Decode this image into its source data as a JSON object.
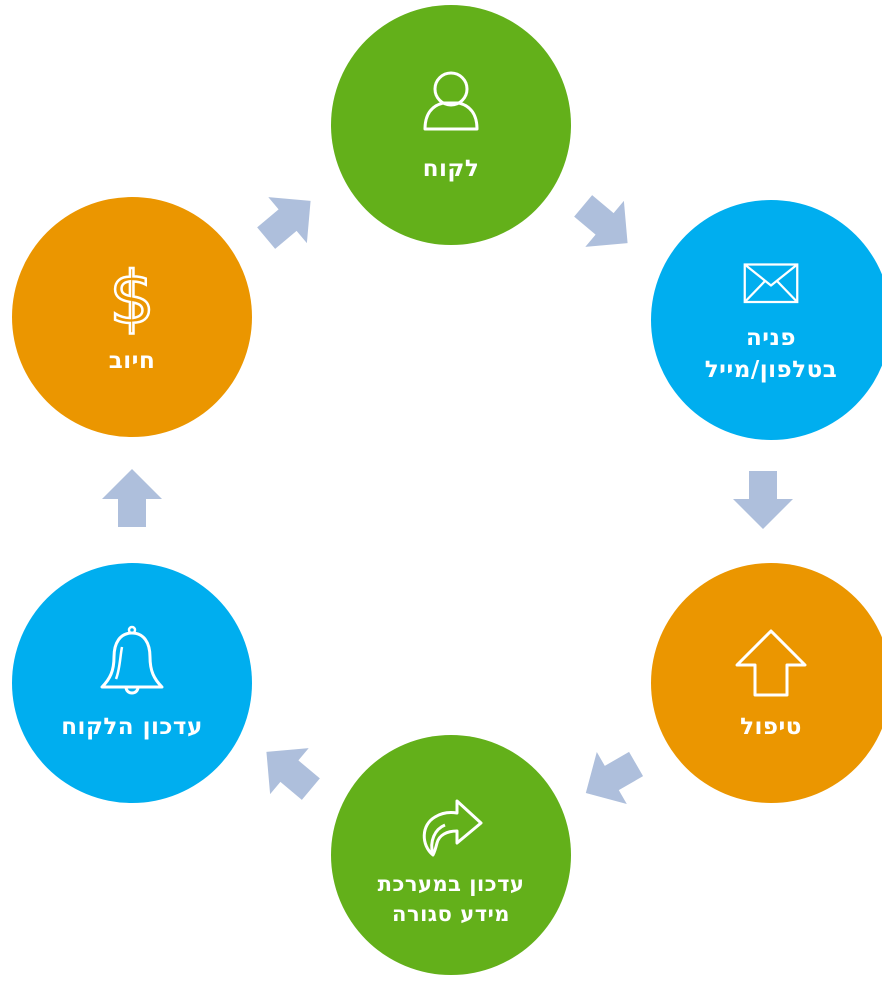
{
  "colors": {
    "green": "#63b01a",
    "blue": "#00aeef",
    "orange": "#eb9600",
    "arrow": "#aebfdc"
  },
  "nodes": [
    {
      "id": "customer",
      "label": "לקוח",
      "icon": "person-icon",
      "color": "green"
    },
    {
      "id": "inquiry",
      "label": "פניה\nבטלפון/מייל",
      "icon": "envelope-icon",
      "color": "blue"
    },
    {
      "id": "handling",
      "label": "טיפול",
      "icon": "arrow-up-icon",
      "color": "orange"
    },
    {
      "id": "crm-update",
      "label": "עדכון במערכת\nמידע סגורה",
      "icon": "share-arrow-icon",
      "color": "green"
    },
    {
      "id": "customer-update",
      "label": "עדכון הלקוח",
      "icon": "bell-icon",
      "color": "blue"
    },
    {
      "id": "billing",
      "label": "חיוב",
      "icon": "dollar-icon",
      "color": "orange"
    }
  ]
}
